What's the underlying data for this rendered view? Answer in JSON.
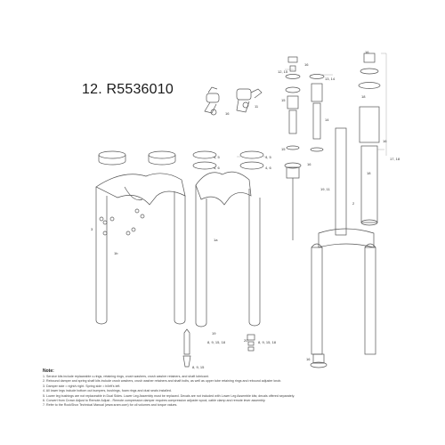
{
  "title": "12. R5536010",
  "palette": {
    "line": "#555555",
    "accent": "#999999"
  },
  "callouts": {
    "c16_top": "16",
    "c12_15": "12, 15",
    "c16_a": "16",
    "c13_14": "13, 14",
    "c15_r": "15",
    "c18": "18",
    "c14": "14",
    "c15_m": "15",
    "c16_b": "16",
    "c17_18": "17, 18",
    "c16_r": "16",
    "c18_b": "18",
    "c19_11": "19, 11",
    "c2": "2",
    "c4_5_a": "4, 5",
    "c4_6_a": "4, 6",
    "c4_5_b": "4, 5",
    "c4_6_b": "4, 6",
    "c1b": "1b",
    "c3": "3",
    "c1a": "1a",
    "c19_b": "19",
    "c8_9_15_18_a": "8, 9, 15, 18",
    "c20": "20",
    "c8_9_15_18_b": "8, 9, 15, 18",
    "c8_9_15": "8, 9, 15",
    "c16_bottom": "16",
    "c16_knob": "16",
    "c11": "11"
  },
  "notes": {
    "heading": "Note:",
    "items": [
      "1. Service kits include replaceable o-rings, retaining rings, crush washers, crush washer retainers, and shaft lubricant.",
      "2. Rebound damper and spring shaft kits include crush washers, crush washer retainers and shaft bolts, as well as upper tube retaining rings and rebound adjuster knob.",
      "3. Damper side = right/v right. Spring side = h/left's left.",
      "4. All lower legs include bottom out bumpers, bushings, foam rings and dust seals installed.",
      "5. Lower leg bushings are not replaceable in Dual Sides. Lower Leg Assembly must be replaced. Decals are not included with Lower Leg Assemble kits; decals offered separately.",
      "6. Convert from Crown Adjust to Remote Adjust - Remote compression damper requires compression adjuster spool, cable clamp and remote lever assembly.",
      "7. Refer to the RockShox Technical Manual (www.sram.com) for oil volumes and torque values."
    ]
  }
}
